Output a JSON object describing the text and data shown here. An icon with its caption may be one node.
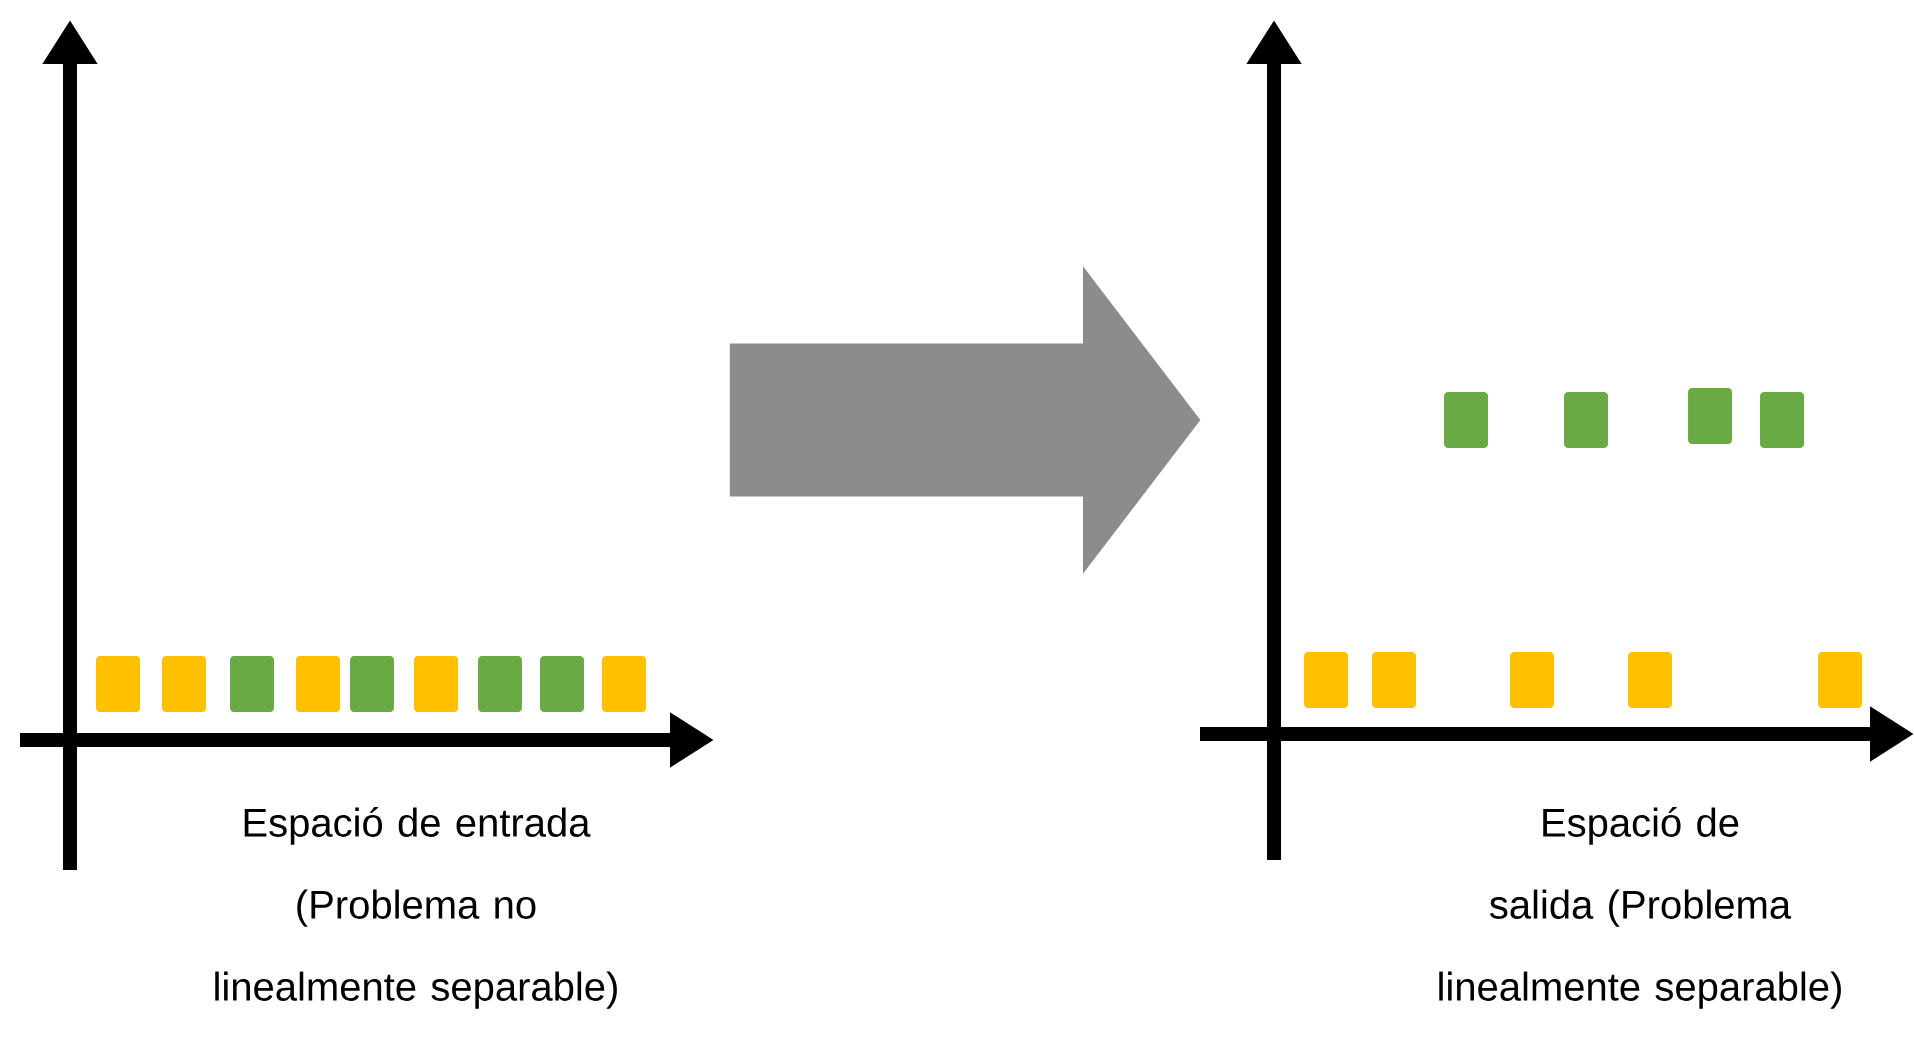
{
  "diagram": {
    "nodes": [
      {
        "text": [
          "Espació de entrada (Problema no linealmente separable)"
        ]
      },
      {
        "text": [
          "Espació de salida (Problema linealmente separable)"
        ]
      }
    ],
    "edges": [
      {
        "from": 0,
        "to": 1,
        "arrow": "to"
      }
    ]
  }
}
